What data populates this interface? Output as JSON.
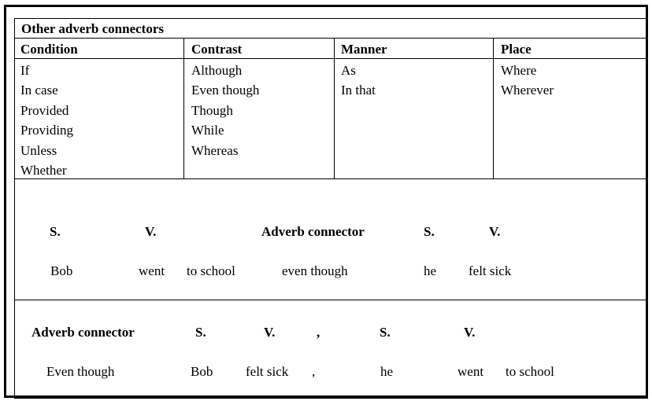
{
  "table": {
    "title": "Other adverb connectors",
    "columns": [
      {
        "header": "Condition",
        "items": [
          "If",
          "In case",
          "Provided",
          "Providing",
          "Unless",
          "Whether"
        ]
      },
      {
        "header": "Contrast",
        "items": [
          "Although",
          "Even though",
          "Though",
          "While",
          "Whereas"
        ]
      },
      {
        "header": "Manner",
        "items": [
          "As",
          "In that"
        ]
      },
      {
        "header": "Place",
        "items": [
          "Where",
          "Wherever"
        ]
      }
    ]
  },
  "example1": {
    "labels": [
      "S.",
      "V.",
      "Adverb connector",
      "S.",
      "V."
    ],
    "words": [
      "Bob",
      "went",
      "to school",
      "even though",
      "he",
      "felt sick"
    ]
  },
  "example2": {
    "labels": [
      "Adverb connector",
      "S.",
      "V.",
      ",",
      "S.",
      "V."
    ],
    "words": [
      "Even though",
      "Bob",
      "felt sick",
      ",",
      "he",
      "went",
      "to school"
    ]
  }
}
